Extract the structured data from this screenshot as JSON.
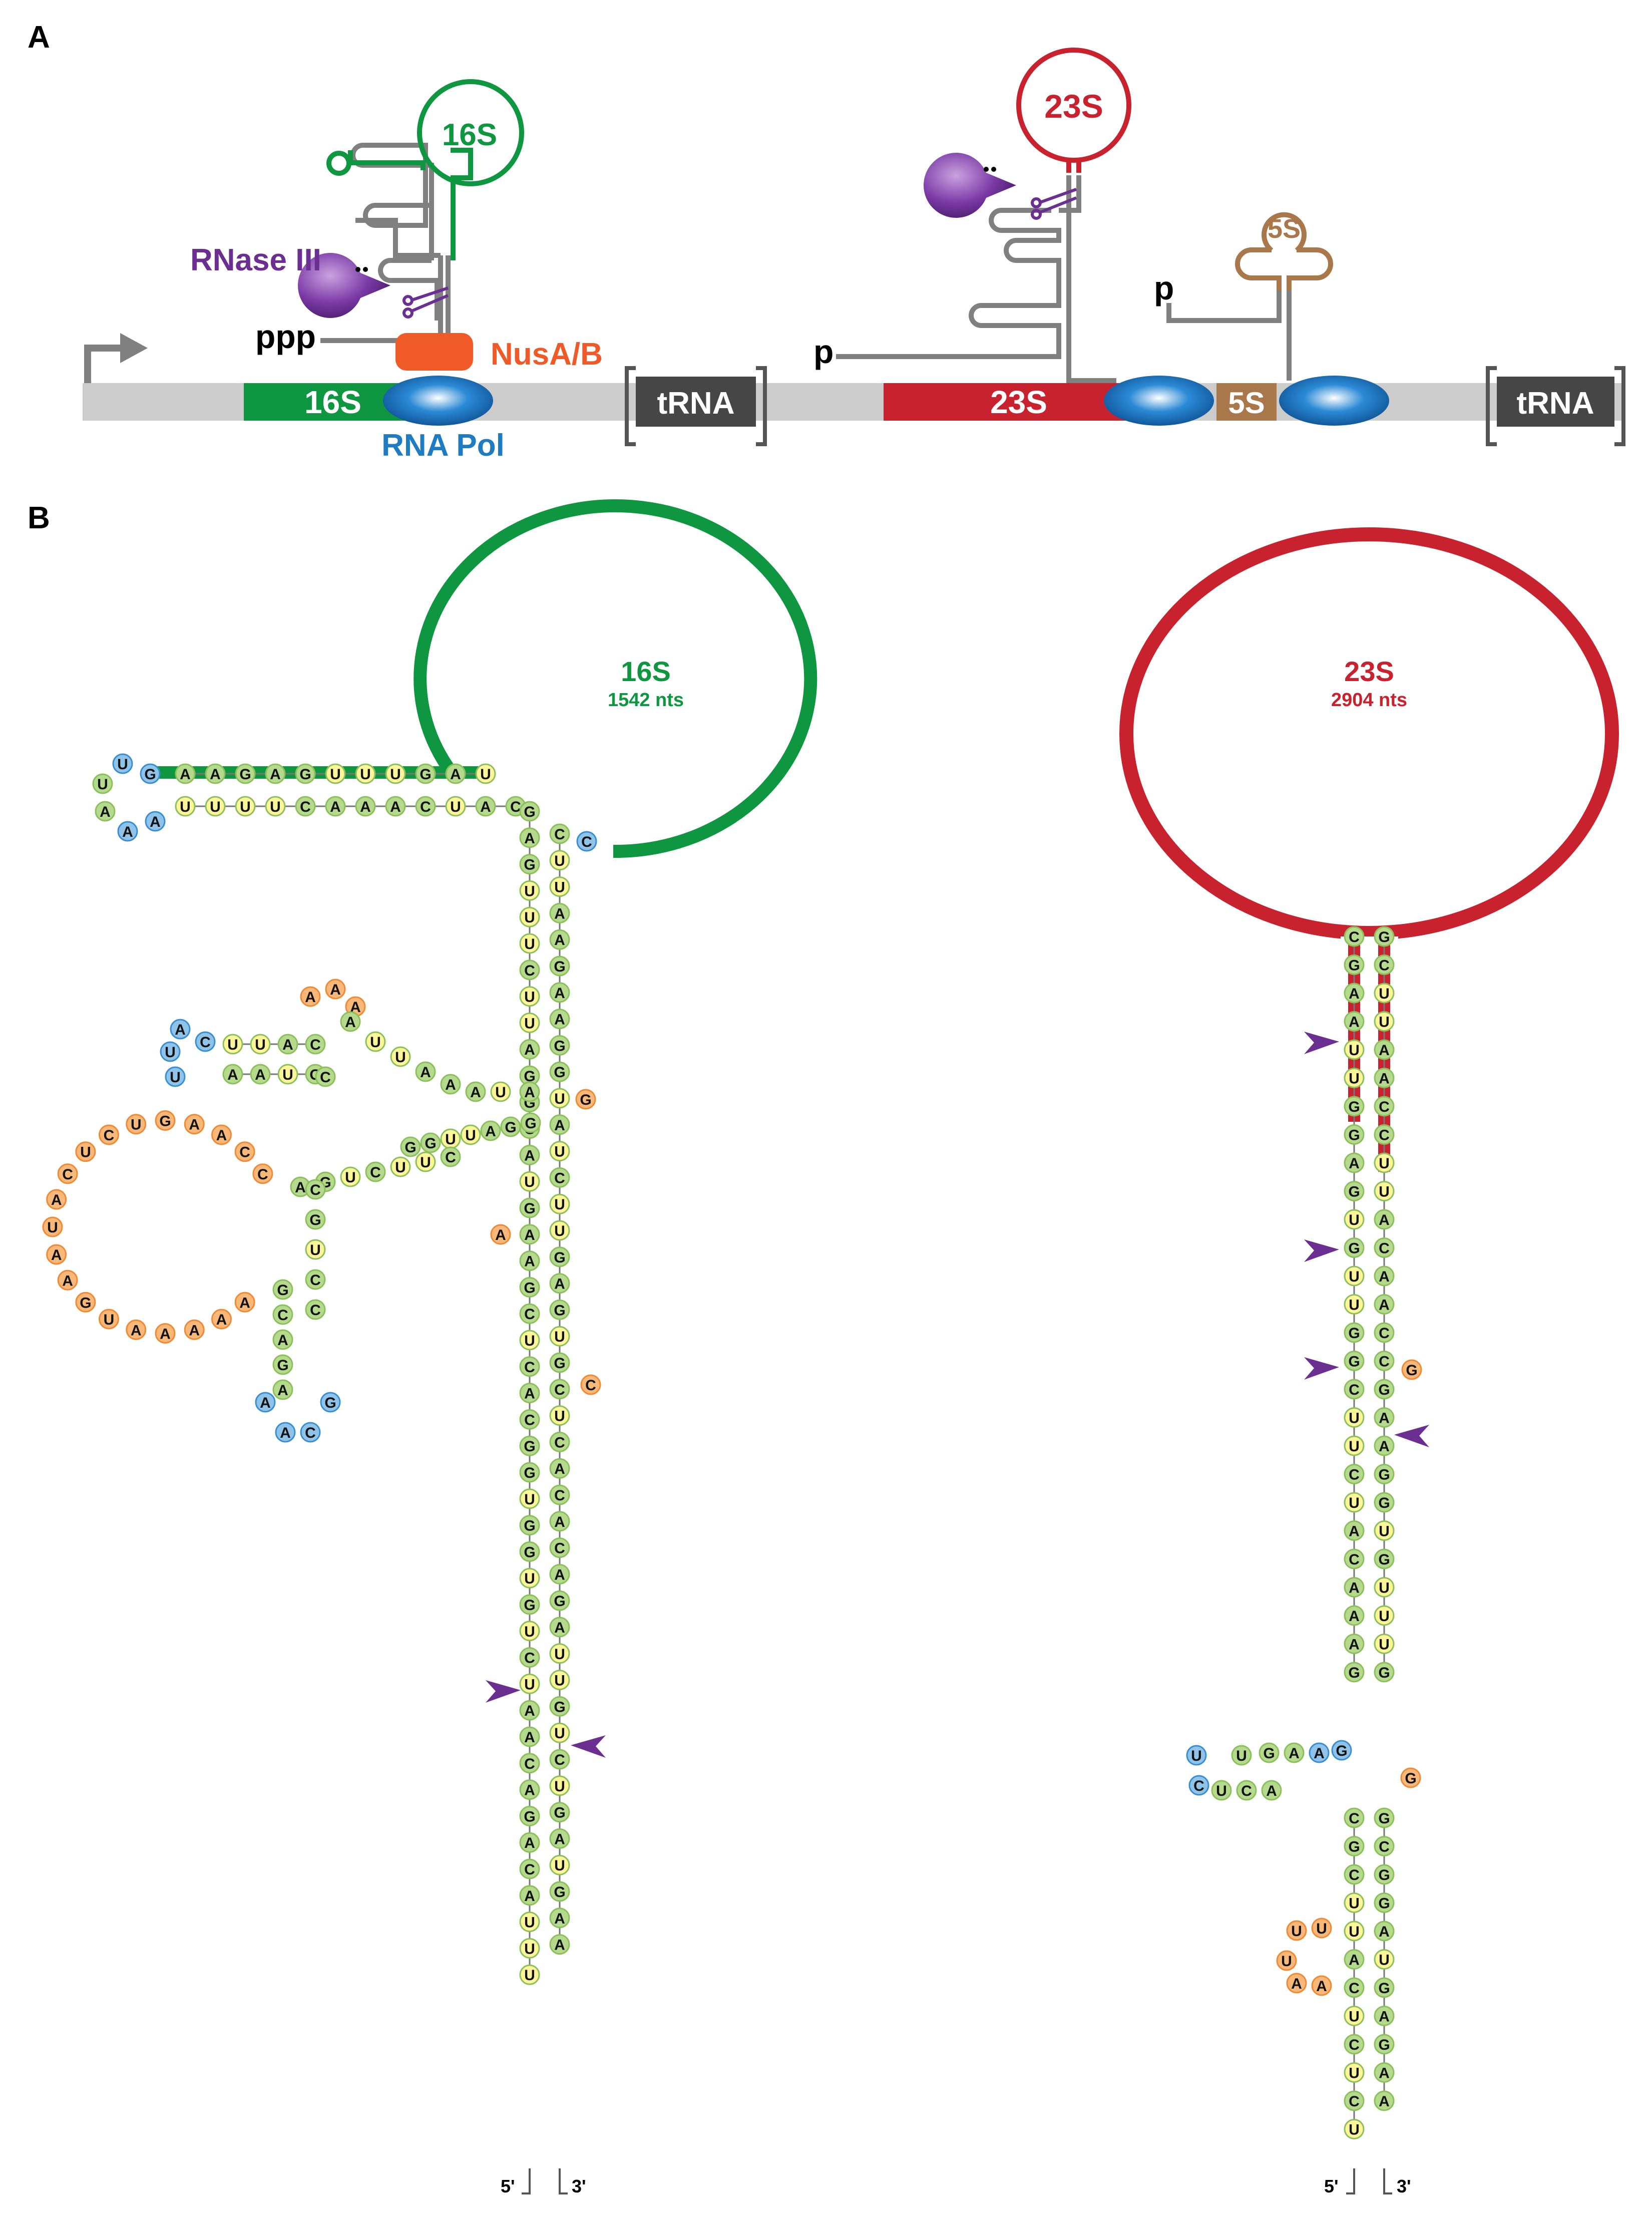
{
  "panels": {
    "a": "A",
    "b": "B"
  },
  "panel_a": {
    "labels": {
      "s16_loop": "16S",
      "s23_loop": "23S",
      "s5_loop": "5S",
      "rnase": "RNase III",
      "ppp": "ppp",
      "p_23": "p",
      "p_5": "p",
      "nusab": "NusA/B",
      "rnapol": "RNA Pol",
      "gene16": "16S",
      "gene23": "23S",
      "gene5": "5S",
      "trna1": "tRNA",
      "trna2": "tRNA"
    }
  },
  "panel_b": {
    "s16": {
      "title": "16S",
      "sub": "1542 nts"
    },
    "s23": {
      "title": "23S",
      "sub": "2904 nts"
    },
    "five": "5'",
    "three": "3'"
  },
  "colors": {
    "green": "#0f9640",
    "red": "#c8222e",
    "tan": "#a9784a",
    "purple": "#6a2f91",
    "orange": "#f05a28",
    "blue": "#1f7cc1",
    "grey_bar": "#cccccc",
    "trna_box": "#464646",
    "nt_green": "#b5d98d",
    "nt_yellow": "#fdf59a",
    "nt_orange": "#f8b87a",
    "nt_blue": "#8fc3e9",
    "arrow": "#6a2f91"
  },
  "sequences": {
    "s16_5p_strand": "GAGUUUCUUAGGCAUGAAGCUCACGGUGGUGUCUAACAGACAUUU",
    "s16_3p_strand": "CUUAAGAAGGUAUCUUGAGUGCUCACACAGAUUGUCUGAUGAA",
    "s16_upper_arm": "AAGAGUUUGAU",
    "s16_lower_arm": "UUUUCAAACUAC",
    "s16_hairpin_loop": "GUUAAA",
    "s16_loop_b_top": "UUAC",
    "s16_loop_b_bottom": "AAUG",
    "s16_loop_b_apex": "CAUU",
    "s16_loop_b_bulge": "AAA",
    "s16_loop_c_ring": "CCAAGUCUCAUAAGUAAAAA",
    "s16_loop_c_stem": "GCAGACGUCC",
    "s23_5p_strand": "CGAAUUGGAGUGUUGGCUUCUACAAAG",
    "s23_3p_strand": "GCUUAACCUUACAACCGAAGGUGUUUG",
    "s23_lower_5p": "CGCUUACUCUCU",
    "s23_lower_3p": "GCGGAUGAGAA",
    "s23_side_loop": "GAAGUUCUCA",
    "s23_bulge": "UUUAA"
  }
}
